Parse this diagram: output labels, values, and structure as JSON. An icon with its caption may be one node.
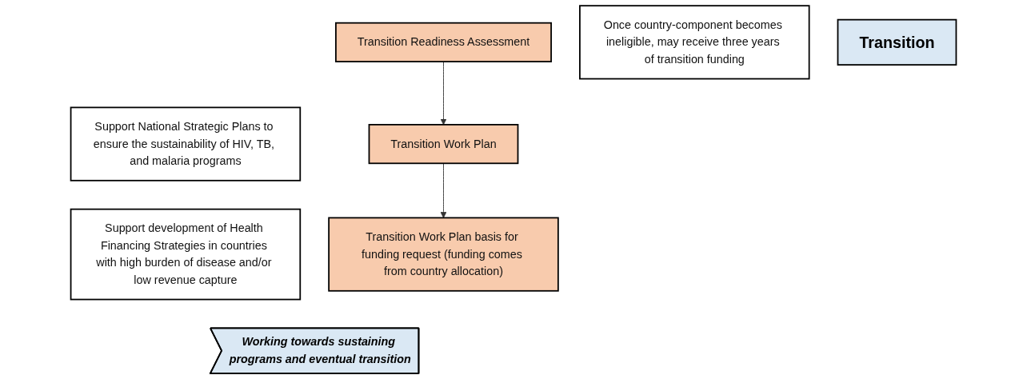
{
  "diagram": {
    "nodes": [
      {
        "text": [
          "Support National Strategic Plans to ensure the sustainability of HIV, TB, and malaria programs"
        ]
      },
      {
        "text": [
          "Support development of Health Financing Strategies in countries with high burden of disease and/or low revenue capture"
        ]
      },
      {
        "text": [
          "Transition Readiness Assessment"
        ]
      },
      {
        "text": [
          "Transition Work Plan"
        ]
      },
      {
        "text": [
          "Transition Work Plan basis for funding request (funding comes from country allocation)"
        ]
      },
      {
        "text": [
          "Once country-component becomes ineligible, may receive three years of transition funding"
        ]
      },
      {
        "text": [
          "Transition"
        ]
      },
      {
        "text": [
          "Working towards sustaining programs and eventual transition"
        ]
      }
    ],
    "edges": [
      {
        "from": 2,
        "to": 3,
        "arrow": "to"
      },
      {
        "from": 3,
        "to": 4,
        "arrow": "to"
      }
    ]
  }
}
